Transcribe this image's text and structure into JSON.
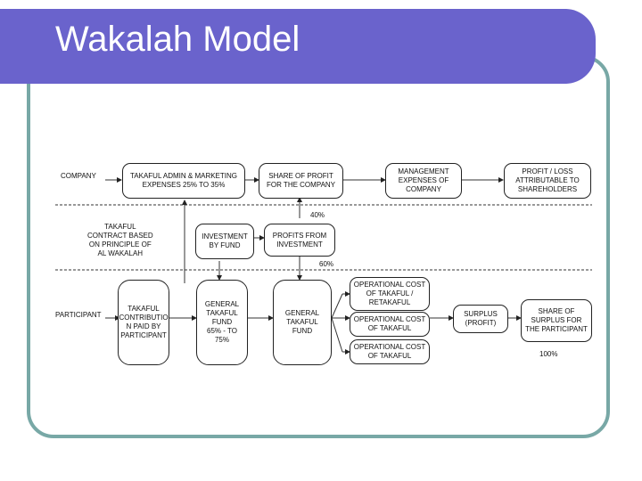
{
  "slide": {
    "title": "Wakalah Model"
  },
  "diagram": {
    "company_label": "COMPANY",
    "participant_label": "PARTICIPANT",
    "contract_label": "TAKAFUL\nCONTRACT BASED\nON PRINCIPLE OF\nAL WAKALAH",
    "pct_40": "40%",
    "pct_60": "60%",
    "pct_100": "100%",
    "boxes": {
      "admin_fee": "TAKAFUL ADMIN & MARKETING\nEXPENSES 25% TO 35%",
      "share_profit_company": "SHARE OF PROFIT\nFOR THE COMPANY",
      "mgmt_expenses": "MANAGEMENT\nEXPENSES OF\nCOMPANY",
      "profit_loss": "PROFIT / LOSS\nATTRIBUTABLE TO\nSHAREHOLDERS",
      "investment_fund": "INVESTMENT\nBY FUND",
      "profits_investment": "PROFITS  FROM\nINVESTMENT",
      "contribution": "TAKAFUL\nCONTRIBUTIO\nN PAID BY\nPARTICIPANT",
      "general_fund_split": "GENERAL\nTAKAFUL\nFUND\n65% - TO 75%",
      "general_fund": "GENERAL\nTAKAFUL\nFUND",
      "op_cost_retakaful": "OPERATIONAL COST\nOF TAKAFUL /\nRETAKAFUL",
      "op_cost_takaful_1": "OPERATIONAL COST\nOF TAKAFUL",
      "op_cost_takaful_2": "OPERATIONAL COST\nOF TAKAFUL",
      "surplus": "SURPLUS\n(PROFIT)",
      "share_surplus": "SHARE OF\nSURPLUS FOR\nTHE PARTICIPANT"
    }
  },
  "colors": {
    "title_bar": "#6a63cc",
    "frame": "#78a8a6"
  }
}
